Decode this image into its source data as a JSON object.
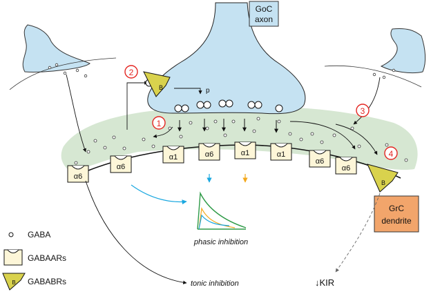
{
  "labels": {
    "goc_axon_line1": "GoC",
    "goc_axon_line2": "axon",
    "grc_dendrite_line1": "GrC",
    "grc_dendrite_line2": "dendrite",
    "p": "p",
    "phasic": "phasic inhibition",
    "tonic": "tonic inhibition",
    "kir": "↓KIR",
    "gababr_letter": "B"
  },
  "steps": [
    "1",
    "2",
    "3",
    "4"
  ],
  "receptors": [
    "α6",
    "α6",
    "α1",
    "α6",
    "α1",
    "α1",
    "α6",
    "α6"
  ],
  "legend": {
    "gaba": "GABA",
    "gabaar": "GABAARs",
    "gababr": "GABABRs"
  },
  "colors": {
    "axon": "#c5e2f2",
    "glial": "#d6e7d2",
    "receptor": "#fdf6d8",
    "gababr": "#d9d24d",
    "grc_box": "#f2a56b",
    "step_red": "#e42521",
    "blue": "#1ba8e0",
    "orange": "#f3a81c",
    "green": "#2e9a47"
  }
}
